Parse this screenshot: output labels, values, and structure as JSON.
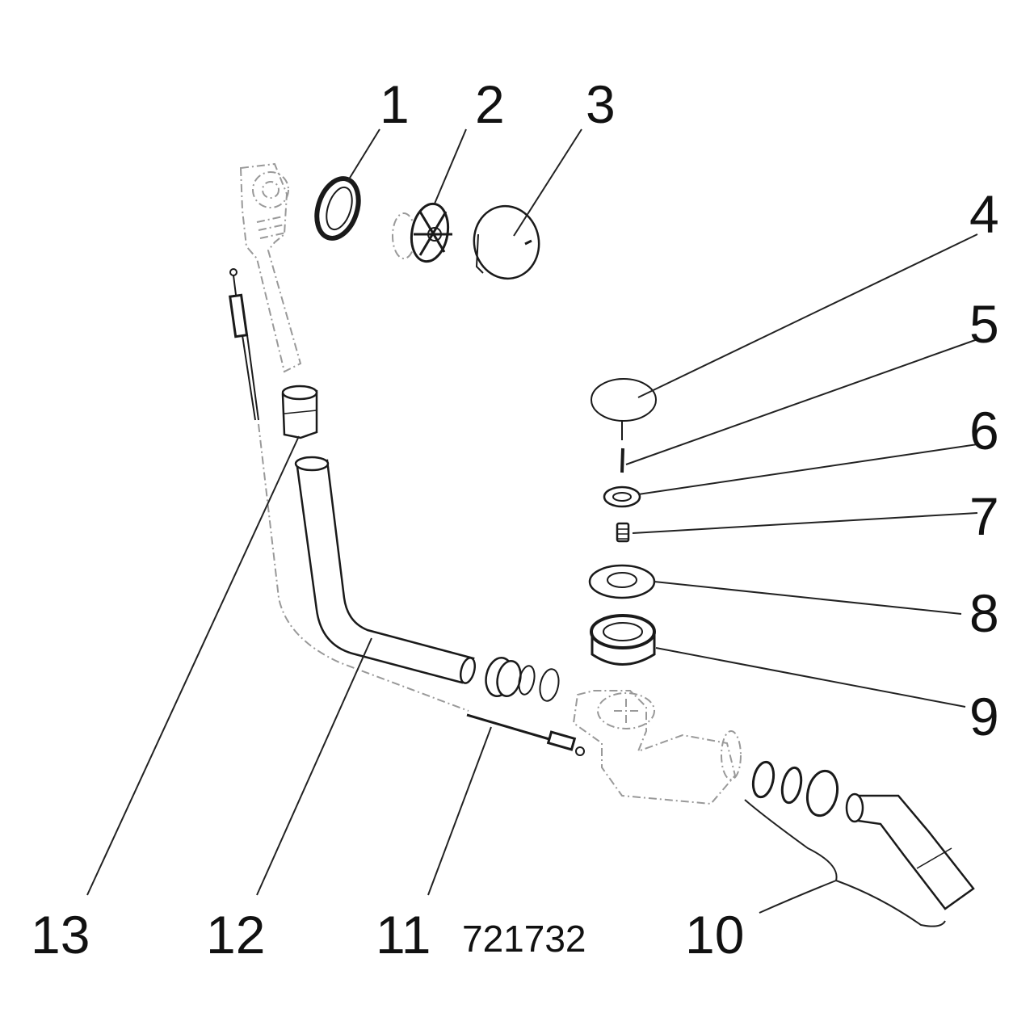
{
  "diagram": {
    "title": "Bath waste and overflow set – exploded parts diagram",
    "article_number": "721732",
    "callouts": [
      {
        "number": "1",
        "part": "overflow-rosette-ring"
      },
      {
        "number": "2",
        "part": "overflow-body-insert"
      },
      {
        "number": "3",
        "part": "overflow-cover-cap"
      },
      {
        "number": "4",
        "part": "drain-plug-cap"
      },
      {
        "number": "5",
        "part": "plug-stem-screw"
      },
      {
        "number": "6",
        "part": "washer"
      },
      {
        "number": "7",
        "part": "stem-bolt"
      },
      {
        "number": "8",
        "part": "drain-strainer"
      },
      {
        "number": "9",
        "part": "drain-flange-nut"
      },
      {
        "number": "10",
        "part": "outlet-bend-set"
      },
      {
        "number": "11",
        "part": "bowden-cable-end"
      },
      {
        "number": "12",
        "part": "overflow-connection-pipe"
      },
      {
        "number": "13",
        "part": "pipe-sleeve"
      }
    ]
  }
}
